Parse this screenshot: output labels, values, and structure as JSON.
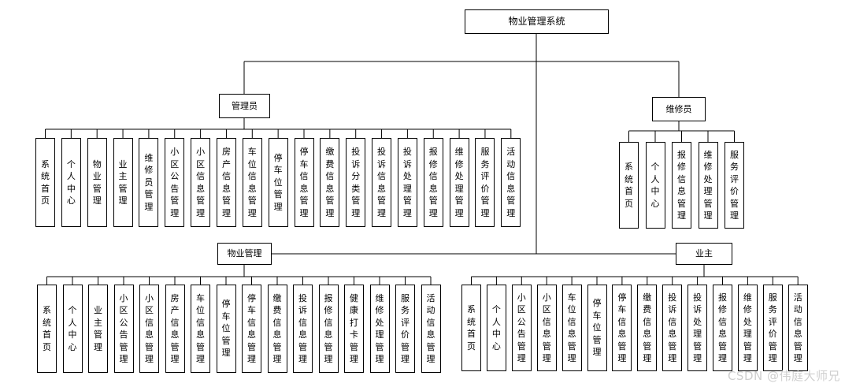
{
  "root": "物业管理系统",
  "groups": [
    {
      "key": "admin",
      "label": "管理员",
      "children": [
        "系统首页",
        "个人中心",
        "物业管理",
        "业主管理",
        "维修员管理",
        "小区公告管理",
        "小区信息管理",
        "房产信息管理",
        "车位信息管理",
        "停车位管理",
        "停车信息管理",
        "缴费信息管理",
        "投诉分类管理",
        "投诉信息管理",
        "投诉处理管理",
        "报修信息管理",
        "维修处理管理",
        "服务评价管理",
        "活动信息管理"
      ]
    },
    {
      "key": "repairer",
      "label": "维修员",
      "children": [
        "系统首页",
        "个人中心",
        "报修信息管理",
        "维修处理管理",
        "服务评价管理"
      ]
    },
    {
      "key": "property",
      "label": "物业管理",
      "children": [
        "系统首页",
        "个人中心",
        "业主管理",
        "小区公告管理",
        "小区信息管理",
        "房产信息管理",
        "车位信息管理",
        "停车位管理",
        "停车信息管理",
        "缴费信息管理",
        "投诉信息管理",
        "报修信息管理",
        "健康打卡管理",
        "维修处理管理",
        "服务评价管理",
        "活动信息管理"
      ]
    },
    {
      "key": "owner",
      "label": "业主",
      "children": [
        "系统首页",
        "个人中心",
        "小区公告管理",
        "小区信息管理",
        "车位信息管理",
        "停车位管理",
        "停车信息管理",
        "缴费信息管理",
        "投诉信息管理",
        "投诉处理管理",
        "报修信息管理",
        "维修处理管理",
        "服务评价管理",
        "活动信息管理"
      ]
    }
  ],
  "watermark": "CSDN @伟庭大师兄"
}
